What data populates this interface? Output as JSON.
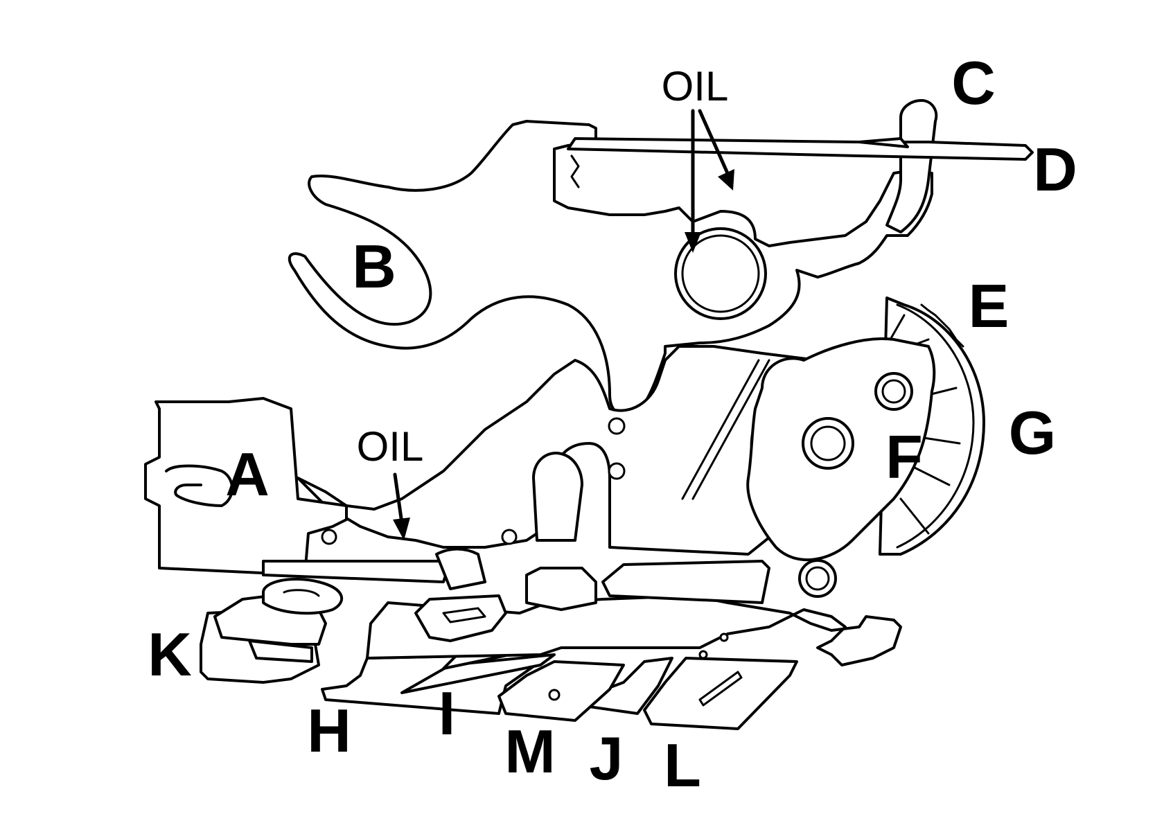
{
  "annotations": {
    "oil_top": "OIL",
    "oil_bottom": "OIL"
  },
  "callouts": {
    "a": "A",
    "b": "B",
    "c": "C",
    "d": "D",
    "e": "E",
    "f": "F",
    "g": "G",
    "h": "H",
    "i": "I",
    "j": "J",
    "k": "K",
    "l": "L",
    "m": "M"
  },
  "colors": {
    "line": "#000000",
    "background": "#ffffff"
  }
}
